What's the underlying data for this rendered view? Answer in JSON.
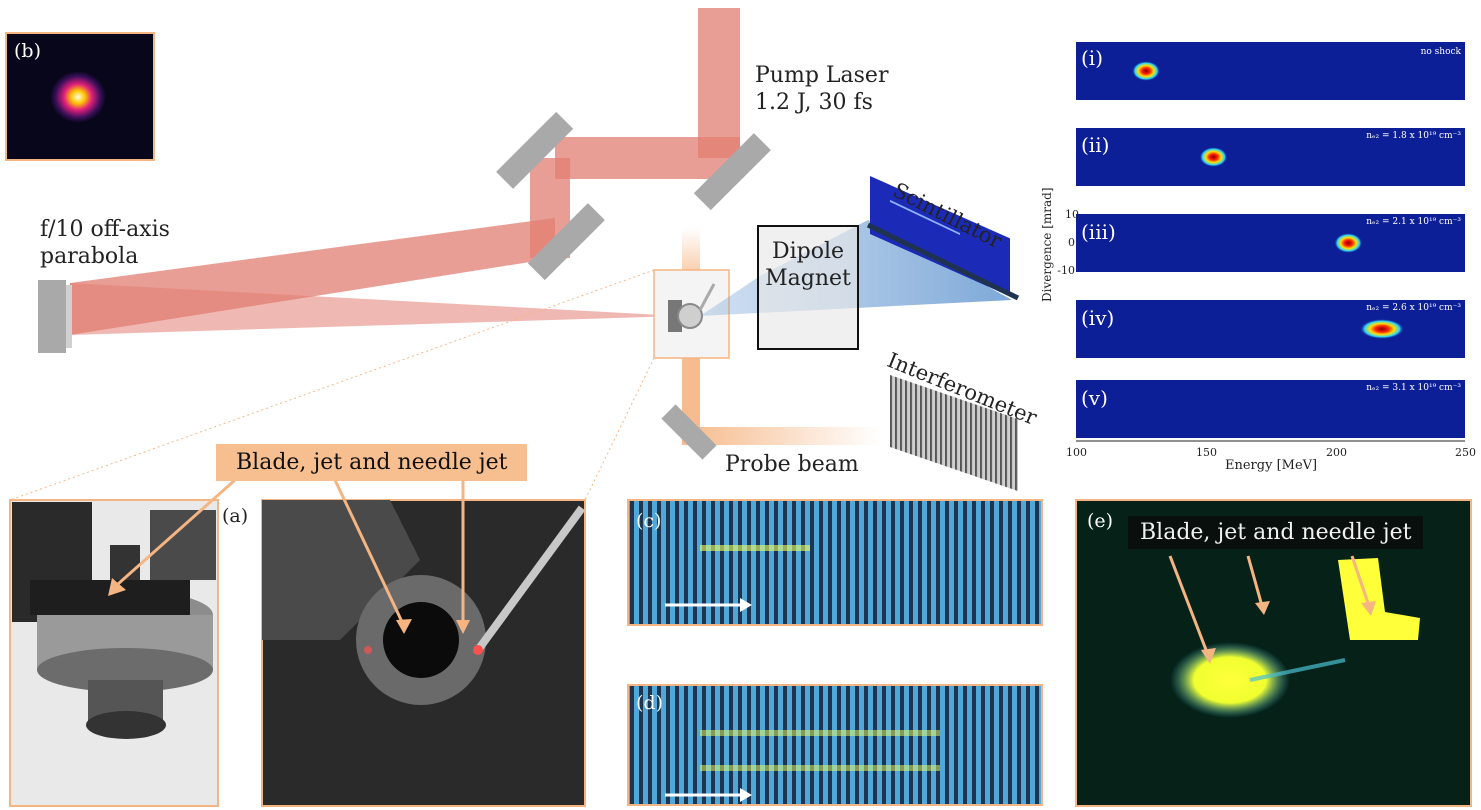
{
  "labels": {
    "pump_laser_line1": "Pump Laser",
    "pump_laser_line2": "1.2 J, 30 fs",
    "parabola_line1": "f/10 off-axis",
    "parabola_line2": "parabola",
    "dipole_line1": "Dipole",
    "dipole_line2": "Magnet",
    "scintillator": "Scintillator",
    "interferometer": "Interferometer",
    "probe_beam": "Probe beam",
    "callout_left": "Blade, jet and needle jet",
    "callout_right": "Blade, jet and needle jet"
  },
  "panels": {
    "a": "(a)",
    "b": "(b)",
    "c": "(c)",
    "d": "(d)",
    "e": "(e)"
  },
  "spectra": {
    "items": [
      {
        "tag": "(i)",
        "annotation": "no shock"
      },
      {
        "tag": "(ii)",
        "annotation": "nₑ₂ = 1.8 x 10¹⁹ cm⁻³"
      },
      {
        "tag": "(iii)",
        "annotation": "nₑ₂ = 2.1 x 10¹⁹ cm⁻³"
      },
      {
        "tag": "(iv)",
        "annotation": "nₑ₂ = 2.6 x 10¹⁹ cm⁻³"
      },
      {
        "tag": "(v)",
        "annotation": "nₑ₂ = 3.1 x 10¹⁹ cm⁻³"
      }
    ],
    "x_ticks": [
      "100",
      "150",
      "200",
      "250"
    ],
    "x_label": "Energy [MeV]",
    "y_ticks": [
      "10",
      "0",
      "-10"
    ],
    "y_label": "Divergence [mrad]",
    "x_range": [
      100,
      250
    ],
    "peak_energies_mev": [
      127,
      153,
      205,
      218,
      null
    ]
  },
  "colors": {
    "pump": "#e27d72",
    "probe": "#f5b583",
    "electron": "#6f9fd4",
    "mirror": "#a9a9a9",
    "spectrum_bg": "#0d1f96",
    "interferogram": "#4fa8d8"
  }
}
